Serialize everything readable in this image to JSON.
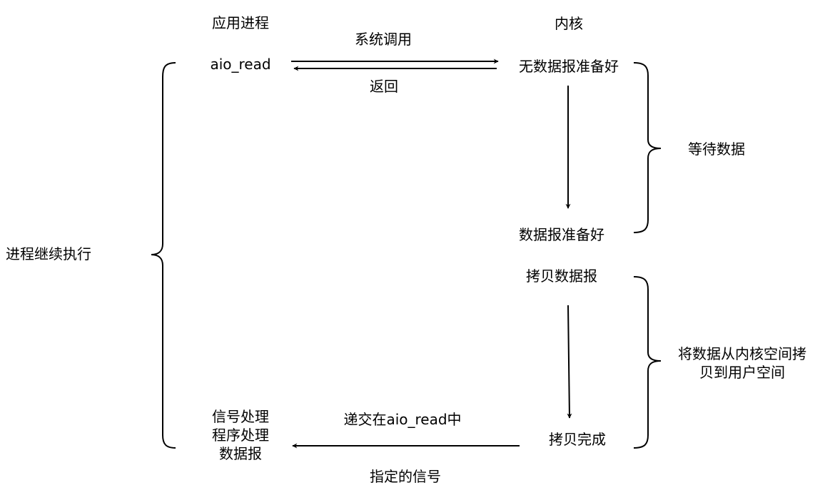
{
  "headers": {
    "app_process": "应用进程",
    "kernel": "内核"
  },
  "app": {
    "aio_read": "aio_read",
    "signal_handler": "信号处理\n程序处理\n数据报"
  },
  "kernel": {
    "no_datagram_ready": "无数据报准备好",
    "datagram_ready": "数据报准备好",
    "copy_datagram": "拷贝数据报",
    "copy_complete": "拷贝完成"
  },
  "arrows": {
    "syscall": "系统调用",
    "return": "返回",
    "deliver": "递交在aio_read中",
    "signal": "指定的信号"
  },
  "braces": {
    "process_continues": "进程继续执行",
    "wait_for_data": "等待数据",
    "copy_to_user": "将数据从内核空间拷\n贝到用户空间"
  }
}
